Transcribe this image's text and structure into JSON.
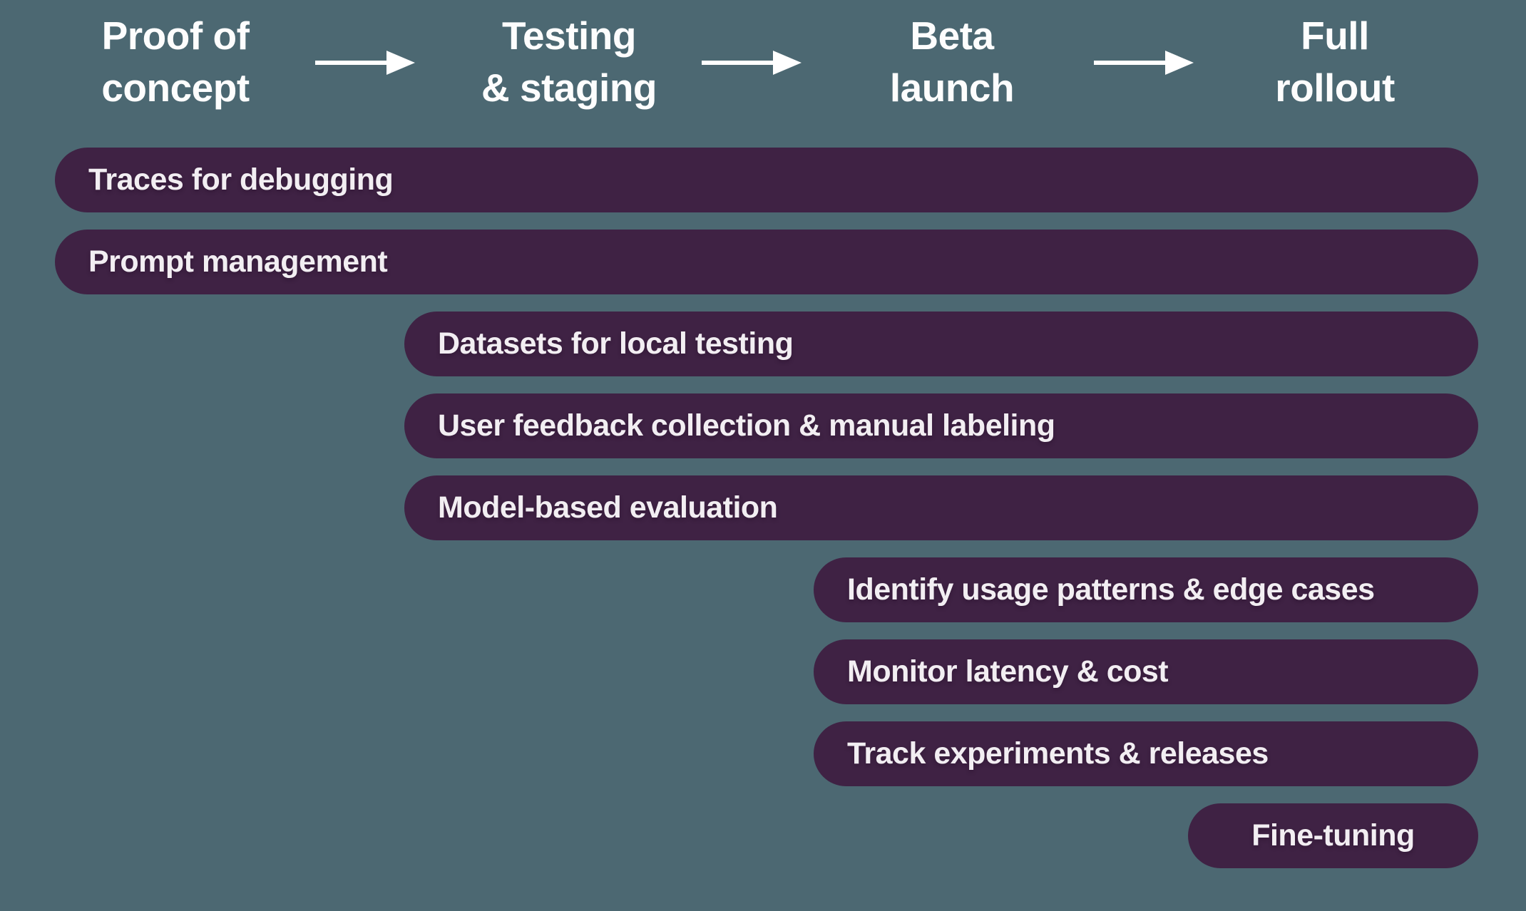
{
  "diagram": {
    "phases": [
      {
        "label": "Proof of\nconcept"
      },
      {
        "label": "Testing\n& staging"
      },
      {
        "label": "Beta\nlaunch"
      },
      {
        "label": "Full\nrollout"
      }
    ],
    "bars": [
      {
        "label": "Traces for debugging",
        "start_phase": "Proof of concept",
        "end_phase": "Full rollout"
      },
      {
        "label": "Prompt management",
        "start_phase": "Proof of concept",
        "end_phase": "Full rollout"
      },
      {
        "label": "Datasets for local testing",
        "start_phase": "Testing & staging",
        "end_phase": "Full rollout"
      },
      {
        "label": "User feedback collection & manual labeling",
        "start_phase": "Testing & staging",
        "end_phase": "Full rollout"
      },
      {
        "label": "Model-based evaluation",
        "start_phase": "Testing & staging",
        "end_phase": "Full rollout"
      },
      {
        "label": "Identify usage patterns & edge cases",
        "start_phase": "Beta launch",
        "end_phase": "Full rollout"
      },
      {
        "label": "Monitor latency & cost",
        "start_phase": "Beta launch",
        "end_phase": "Full rollout"
      },
      {
        "label": "Track experiments & releases",
        "start_phase": "Beta launch",
        "end_phase": "Full rollout"
      },
      {
        "label": "Fine-tuning",
        "start_phase": "Full rollout",
        "end_phase": "Full rollout"
      }
    ],
    "colors": {
      "background": "#4C6872",
      "bar": "#3F2244",
      "bar_text": "#F2EEF2",
      "header_text": "#FDFDFD",
      "arrow": "#FFFFFF"
    }
  }
}
